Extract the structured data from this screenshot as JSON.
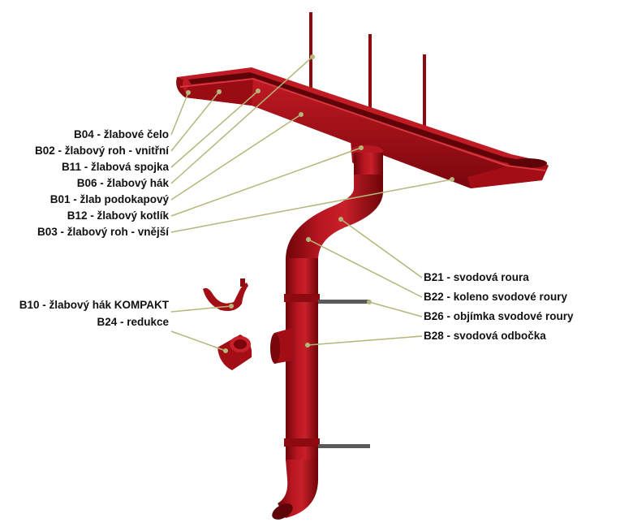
{
  "colors": {
    "gutter": "#a30d15",
    "gutter_dark": "#6e0409",
    "gutter_light": "#c8202a",
    "leader": "#b4b67a",
    "bracket": "#5a5a5a"
  },
  "labels": {
    "b04": "B04 - žlabové čelo",
    "b02": "B02 - žlabový roh - vnitřní",
    "b11": "B11 - žlabová spojka",
    "b06": "B06 - žlabový hák",
    "b01": "B01 - žlab podokapový",
    "b12": "B12 - žlabový kotlík",
    "b03": "B03 - žlabový roh - vnější",
    "b10": "B10 - žlabový hák KOMPAKT",
    "b24": "B24 - redukce",
    "b21": "B21 - svodová roura",
    "b22": "B22 - koleno svodové roury",
    "b26": "B26 - objímka svodové roury",
    "b28": "B28 - svodová odbočka"
  }
}
